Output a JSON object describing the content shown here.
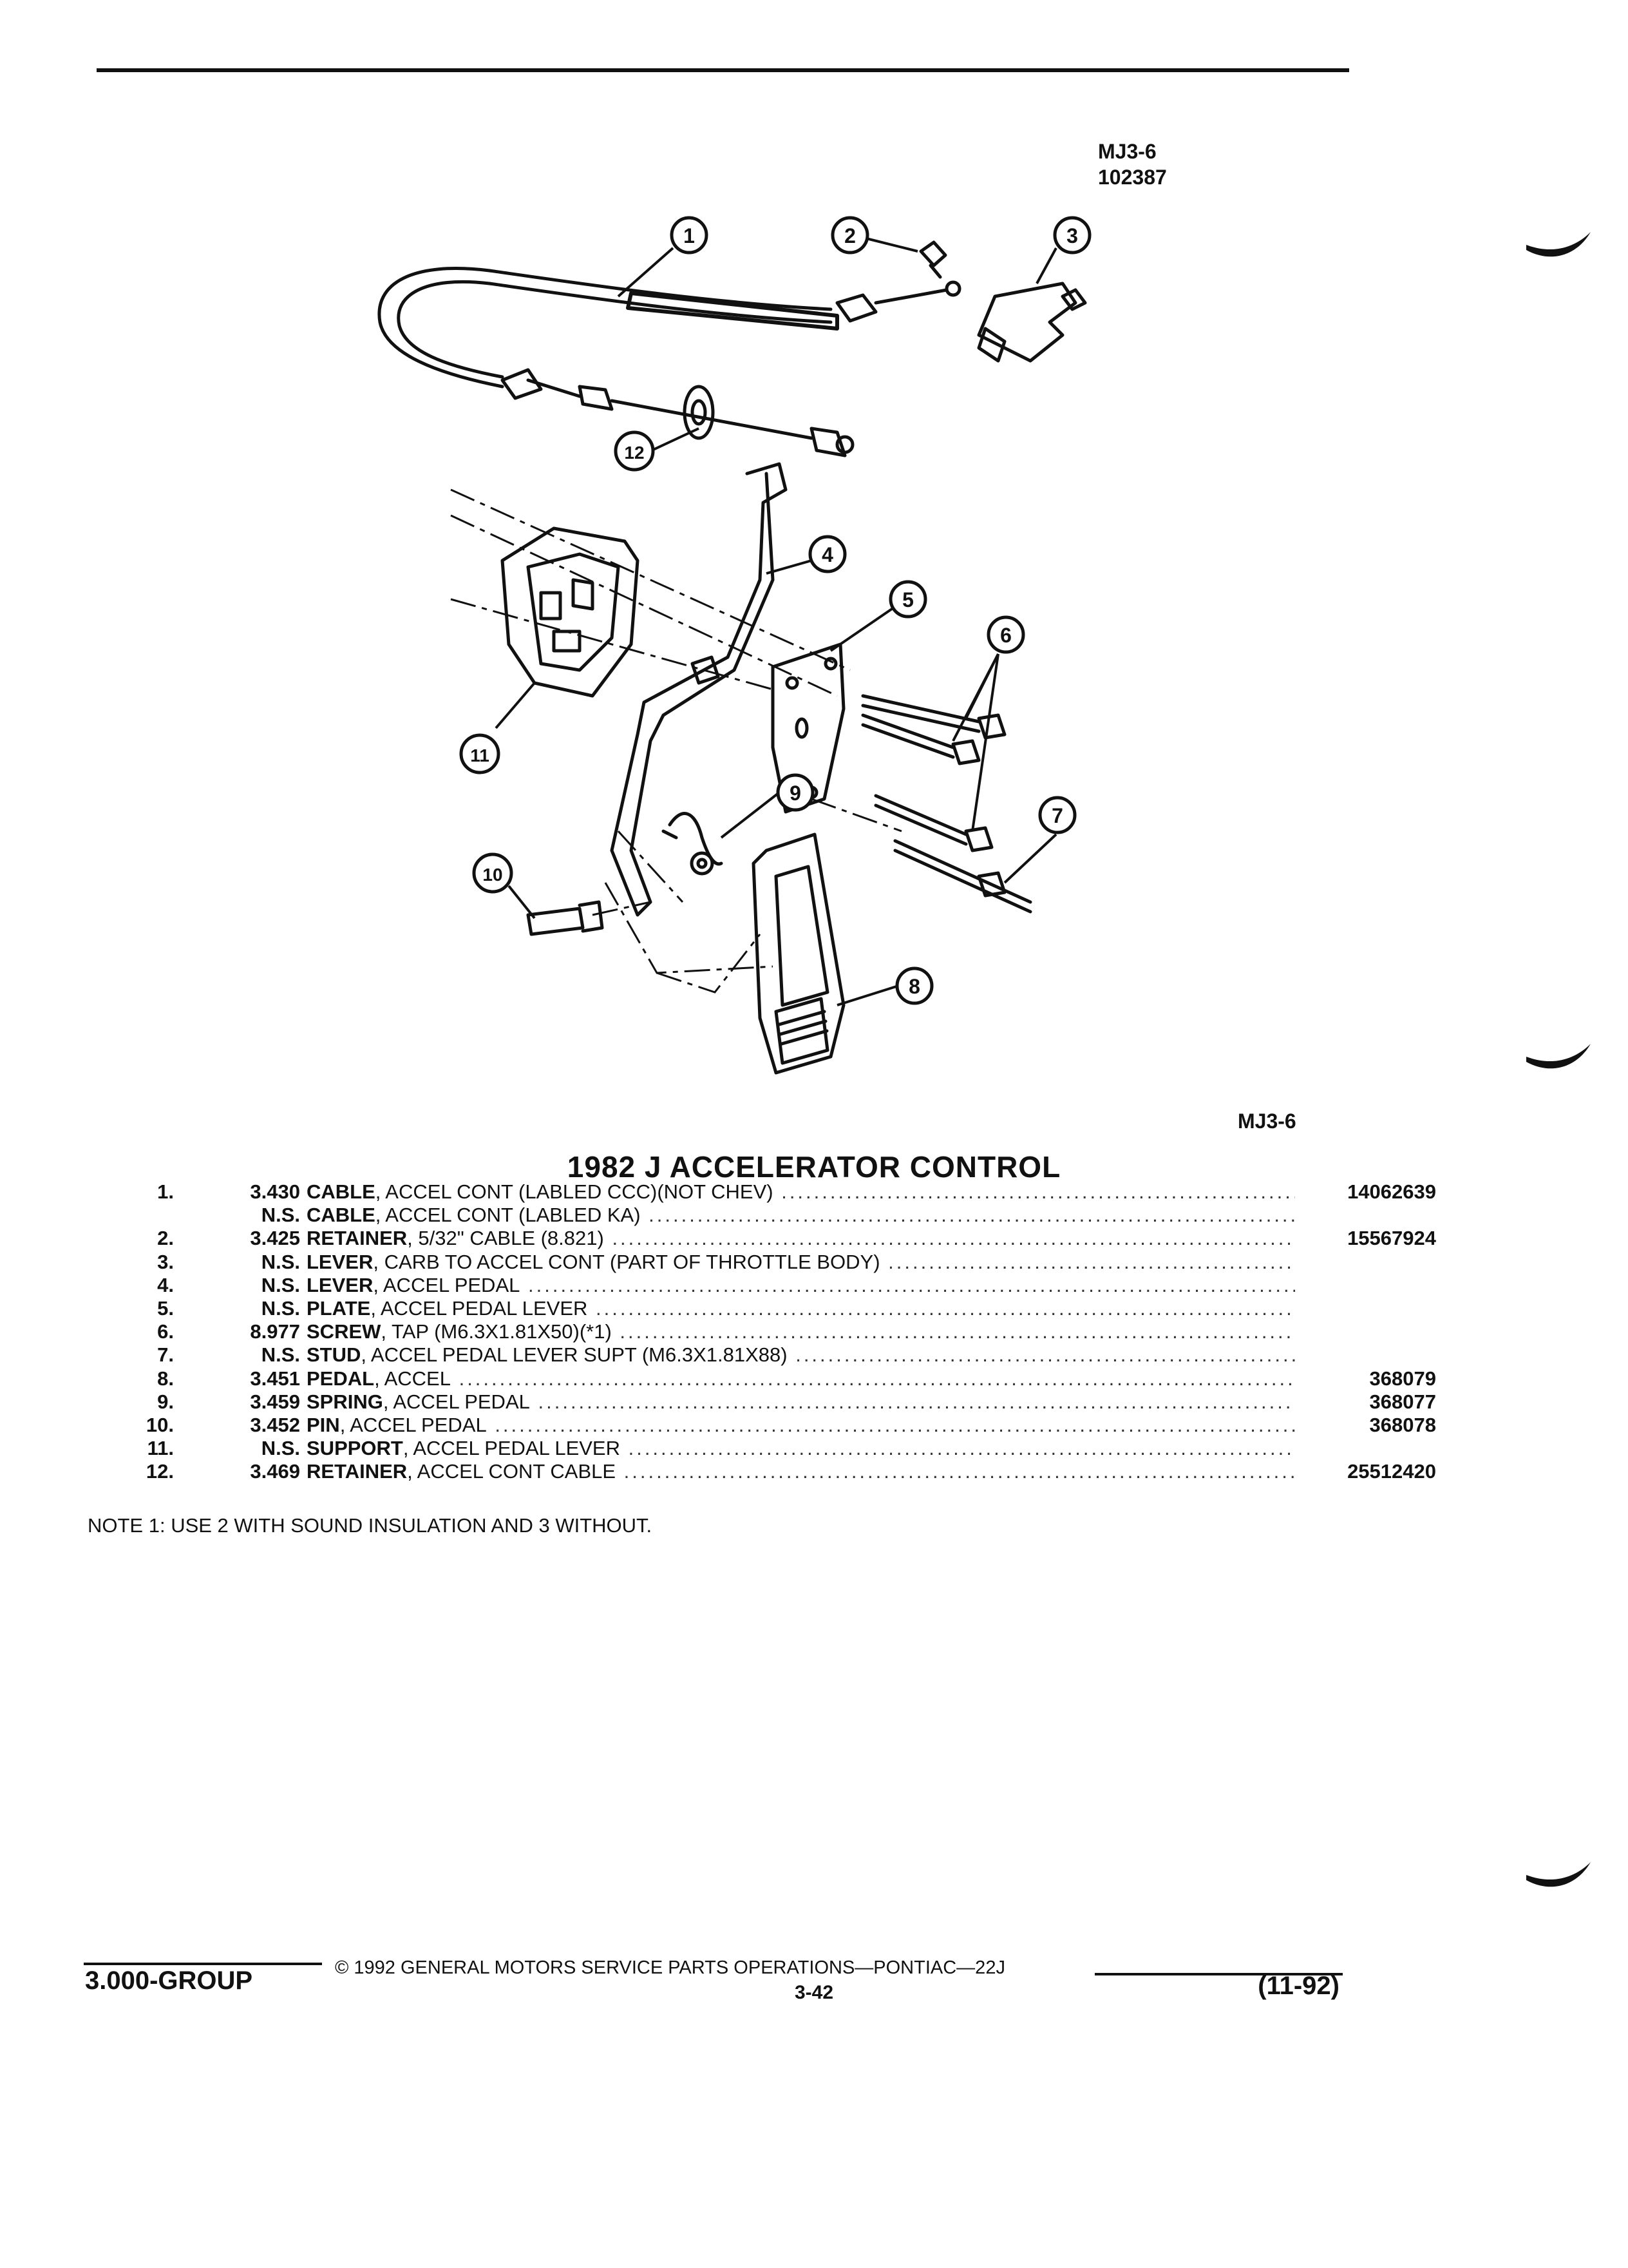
{
  "header": {
    "code": "MJ3-6",
    "number": "102387"
  },
  "figure": {
    "callouts": [
      "1",
      "2",
      "3",
      "4",
      "5",
      "6",
      "7",
      "8",
      "9",
      "10",
      "11",
      "12"
    ],
    "ref": "MJ3-6"
  },
  "title": "1982 J ACCELERATOR CONTROL",
  "parts": [
    {
      "num": "1.",
      "code": "3.430",
      "name": "CABLE",
      "detail": ", ACCEL CONT (LABLED CCC)(NOT CHEV)",
      "part": "14062639"
    },
    {
      "num": "",
      "code": "N.S.",
      "name": "CABLE",
      "detail": ", ACCEL CONT (LABLED KA)",
      "part": ""
    },
    {
      "num": "2.",
      "code": "3.425",
      "name": "RETAINER",
      "detail": ", 5/32\" CABLE (8.821)",
      "part": "15567924"
    },
    {
      "num": "3.",
      "code": "N.S.",
      "name": "LEVER",
      "detail": ", CARB TO ACCEL CONT (PART OF THROTTLE BODY)",
      "part": ""
    },
    {
      "num": "4.",
      "code": "N.S.",
      "name": "LEVER",
      "detail": ", ACCEL PEDAL",
      "part": ""
    },
    {
      "num": "5.",
      "code": "N.S.",
      "name": "PLATE",
      "detail": ", ACCEL PEDAL LEVER",
      "part": ""
    },
    {
      "num": "6.",
      "code": "8.977",
      "name": "SCREW",
      "detail": ", TAP (M6.3X1.81X50)(*1)",
      "part": ""
    },
    {
      "num": "7.",
      "code": "N.S.",
      "name": "STUD",
      "detail": ", ACCEL PEDAL LEVER SUPT (M6.3X1.81X88)",
      "part": ""
    },
    {
      "num": "8.",
      "code": "3.451",
      "name": "PEDAL",
      "detail": ", ACCEL",
      "part": "368079"
    },
    {
      "num": "9.",
      "code": "3.459",
      "name": "SPRING",
      "detail": ", ACCEL PEDAL",
      "part": "368077"
    },
    {
      "num": "10.",
      "code": "3.452",
      "name": "PIN",
      "detail": ", ACCEL PEDAL",
      "part": "368078"
    },
    {
      "num": "11.",
      "code": "N.S.",
      "name": "SUPPORT",
      "detail": ", ACCEL PEDAL LEVER",
      "part": ""
    },
    {
      "num": "12.",
      "code": "3.469",
      "name": "RETAINER",
      "detail": ", ACCEL CONT CABLE",
      "part": "25512420"
    }
  ],
  "note": "NOTE  1:  USE 2 WITH SOUND INSULATION AND 3 WITHOUT.",
  "footer": {
    "group": "3.000-GROUP",
    "copyright": "© 1992  GENERAL MOTORS SERVICE PARTS OPERATIONS—PONTIAC—22J",
    "page": "3-42",
    "date": "(11-92)"
  }
}
